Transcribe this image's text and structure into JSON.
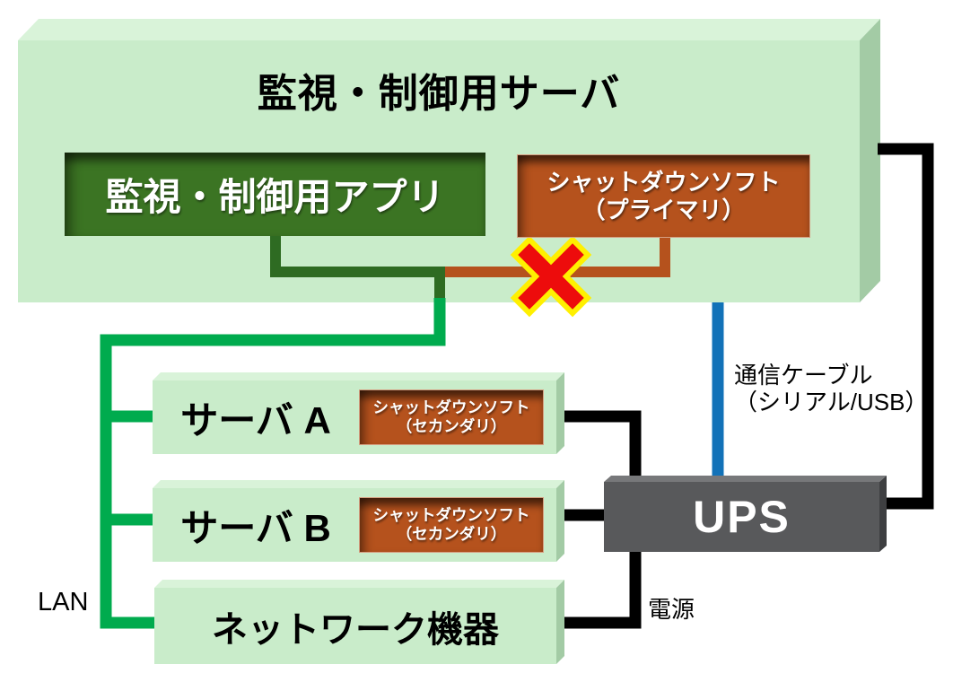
{
  "diagram": {
    "title": "監視・制御用サーバ",
    "app": {
      "label": "監視・制御用アプリ"
    },
    "primary_shutdown": {
      "line1": "シャットダウンソフト",
      "line2": "（プライマリ）"
    },
    "server_a": {
      "label": "サーバ A",
      "shutdown_line1": "シャットダウンソフト",
      "shutdown_line2": "（セカンダリ）"
    },
    "server_b": {
      "label": "サーバ B",
      "shutdown_line1": "シャットダウンソフト",
      "shutdown_line2": "（セカンダリ）"
    },
    "network": {
      "label": "ネットワーク機器"
    },
    "ups": {
      "label": "UPS"
    },
    "labels": {
      "lan": "LAN",
      "power": "電源",
      "comm_cable_line1": "通信ケーブル",
      "comm_cable_line2": "（シリアル/USB）"
    }
  },
  "icons": {
    "failure_cross": "failure-cross-icon"
  },
  "colors": {
    "box_front_green": "#C9ECCA",
    "box_top_green": "#D9F3D9",
    "box_side_green": "#A3CBA5",
    "app_dark_green": "#3B7423",
    "shutdown_orange": "#B5521D",
    "lan_line_green": "#00AB4E",
    "app_line_dark_green": "#2E6B22",
    "comm_line_blue": "#1272B8",
    "power_line_black": "#000000",
    "ups_gray": "#58595B",
    "cross_red": "#ED0C0C",
    "cross_outline_yellow": "#FFF000"
  }
}
